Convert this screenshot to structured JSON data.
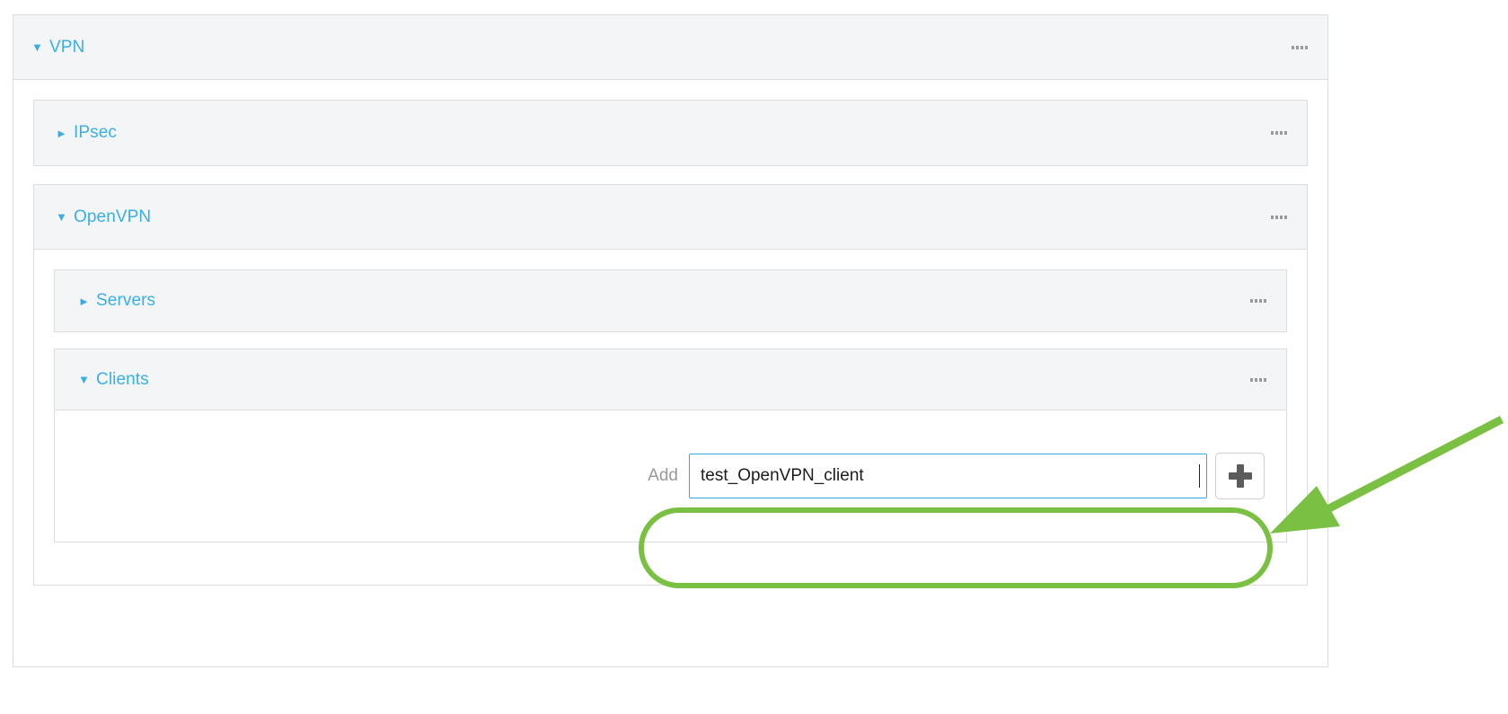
{
  "accent": {
    "link_blue": "#38b0e3",
    "input_border_blue": "#31a8e0",
    "annotation_green": "#7ac143",
    "header_bg": "#f4f5f7",
    "panel_border": "#dddddd",
    "muted_text": "#999999"
  },
  "vpn": {
    "title": "VPN",
    "twisty": "▼",
    "twisty_name": "caret-down-icon",
    "menu_icon": "kebab-menu-icon"
  },
  "ipsec": {
    "title": "IPsec",
    "twisty": "►",
    "twisty_name": "caret-right-icon",
    "menu_icon": "kebab-menu-icon"
  },
  "openvpn": {
    "title": "OpenVPN",
    "twisty": "▼",
    "twisty_name": "caret-down-icon",
    "menu_icon": "kebab-menu-icon"
  },
  "servers": {
    "title": "Servers",
    "twisty": "►",
    "twisty_name": "caret-right-icon",
    "menu_icon": "kebab-menu-icon"
  },
  "clients": {
    "title": "Clients",
    "twisty": "▼",
    "twisty_name": "caret-down-icon",
    "menu_icon": "kebab-menu-icon",
    "add": {
      "label": "Add",
      "value": "test_OpenVPN_client",
      "placeholder": "",
      "button_icon": "plus-icon"
    }
  },
  "annotation": {
    "shape": "rounded-rect-highlight",
    "arrow": "arrow-pointing-to-add-row",
    "color": "#7ac143"
  }
}
